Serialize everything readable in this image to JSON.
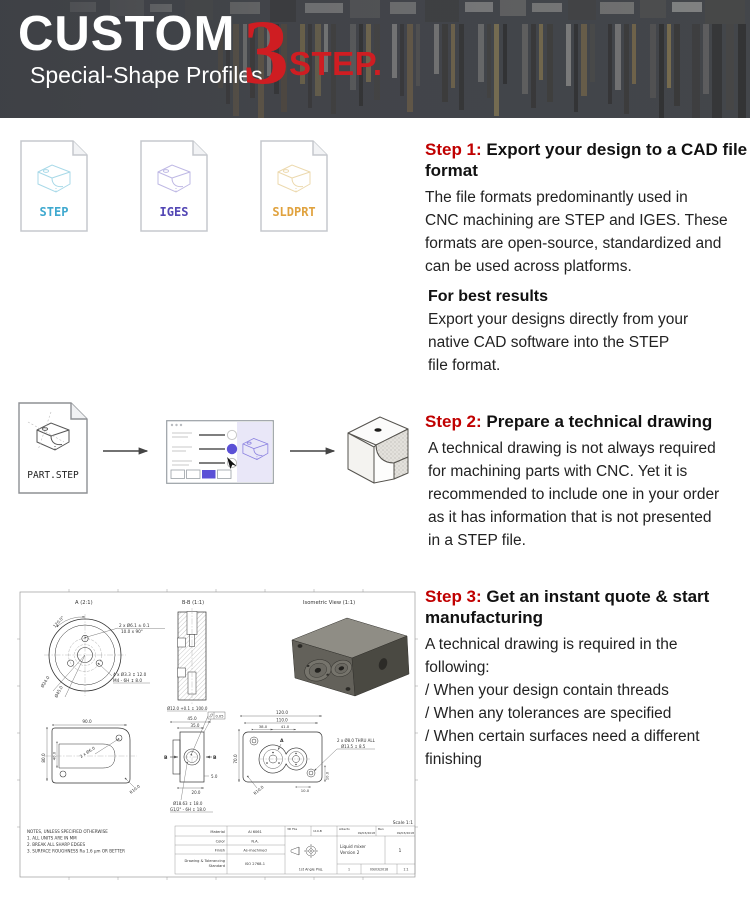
{
  "header": {
    "title": "CUSTOM",
    "subtitle": "Special-Shape Profiles",
    "step_number": "3",
    "step_word": "STEP.",
    "accent_color": "#cf1d22",
    "bg_color": "#45484d"
  },
  "file_formats": [
    {
      "label": "STEP",
      "color": "#3fa9cf",
      "wire_color": "#a8d9e8"
    },
    {
      "label": "IGES",
      "color": "#5246b4",
      "wire_color": "#beb8e4"
    },
    {
      "label": "SLDPRT",
      "color": "#e0a23e",
      "wire_color": "#ecd9ae"
    }
  ],
  "workflow": {
    "file_label": "PART.STEP",
    "accent_color": "#5b50d6"
  },
  "steps": [
    {
      "label": "Step 1:",
      "title_lines": [
        "Export your design to a CAD file",
        "format"
      ],
      "body": [
        "The file formats predominantly used in",
        "CNC machining are STEP and IGES. These",
        "formats are open-source, standardized and",
        "can be used across platforms."
      ],
      "subheading": "For best results",
      "subbody": [
        "Export your designs directly from your",
        "native CAD software into the STEP",
        "file format."
      ]
    },
    {
      "label": "Step 2:",
      "title_lines": [
        "Prepare a technical drawing"
      ],
      "body": [
        "A technical drawing is not always required",
        "for machining parts with CNC. Yet it is",
        "recommended to include one in your order",
        "as it has information that is not presented",
        "in a STEP file."
      ]
    },
    {
      "label": "Step 3:",
      "title_lines": [
        "Get an instant quote & start",
        "manufacturing"
      ],
      "body": [
        "A technical drawing is required in the",
        "following:",
        "/ When your design contain threads",
        "/ When any tolerances are specified",
        "/ When certain surfaces need a different",
        "finishing"
      ]
    }
  ],
  "drawing": {
    "view_a_label": "A (2:1)",
    "view_bb_label": "B-B (1:1)",
    "iso_label": "Isometric View (1:1)",
    "scale": "Scale 1:1",
    "dims": {
      "a_angle": "120.0°",
      "a_d24": "Ø24.0",
      "a_d45": "Ø45.0",
      "a_holes1": "2 x Ø6.1 ± 0.1",
      "a_holes2": "10.0 x 90°",
      "a_tap1": "4 x Ø3.3 ↧ 12.0",
      "a_tap2": "M4 - 6H ↧ 8.0",
      "pl_w": "90.0",
      "pl_h": "80.0",
      "pl_slot": "40.0",
      "pl_holes": "2 x Ø6.0",
      "pl_r": "R10.0",
      "sv_45": "45.0",
      "sv_35": "35.0",
      "sv_bore": "Ø12.0 +0.1 ↧ 100.0",
      "sv_flat": "0.05",
      "sv_5": "5.0",
      "sv_20": "20.0",
      "sv_cb1": "Ø18.63 ↧ 18.0",
      "sv_cb2": "G1/2\" - 6H ↧ 18.0",
      "sv_b": "B",
      "rv_120": "120.0",
      "rv_110": "110.0",
      "rv_38": "38.0",
      "rv_41": "41.0",
      "rv_70": "70.0",
      "rv_10": "10.0",
      "rv_10b": "10.0",
      "rv_r": "R10.0",
      "rv_thru1": "2 x Ø8.0 THRU ALL",
      "rv_thru2": "Ø13.5 ↧ 8.5",
      "rv_a": "A"
    },
    "notes": [
      "NOTES, UNLESS SPECIFIED OTHERWISE",
      "1.   ALL UNITS ARE IN MM",
      "2.   BREAK ALL SHARP EDGES",
      "3.   SURFACE ROUGHNESS Ra 1.6 µm OR BETTER"
    ],
    "title_block": {
      "material_label": "Material",
      "material": "Al 6061",
      "color_label": "Color",
      "color": "N.A.",
      "finish_label": "Finish",
      "finish": "As-machined",
      "std_label1": "Drawing & Tolerancing",
      "std_label2": "Standard",
      "std": "ISO 2768-1",
      "file_label": "3D File",
      "file": "110-B",
      "author": "Alberto",
      "author_date": "09/03/2018",
      "checker": "Ben",
      "check_date": "09/03/2018",
      "part_line1": "Liquid mixer",
      "part_line2": "Version 2",
      "sheet": "1",
      "projection": "1st Angle Proj.",
      "rev": "1",
      "date": "09/03/2018",
      "ratio": "1:1"
    }
  }
}
